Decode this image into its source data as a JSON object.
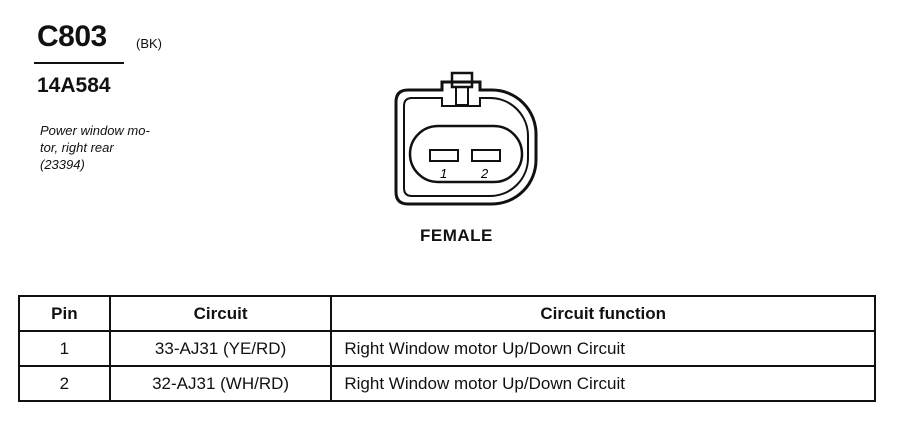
{
  "connector": {
    "id": "C803",
    "color": "(BK)",
    "part_number": "14A584",
    "description_lines": [
      "Power window mo-",
      "tor, right rear",
      "(23394)"
    ],
    "gender": "FEMALE",
    "cavity_labels": [
      "1",
      "2"
    ]
  },
  "table": {
    "headers": [
      "Pin",
      "Circuit",
      "Circuit function"
    ],
    "rows": [
      {
        "pin": "1",
        "circuit": "33-AJ31 (YE/RD)",
        "function": "Right Window motor Up/Down Circuit"
      },
      {
        "pin": "2",
        "circuit": "32-AJ31 (WH/RD)",
        "function": "Right Window motor Up/Down Circuit"
      }
    ]
  }
}
